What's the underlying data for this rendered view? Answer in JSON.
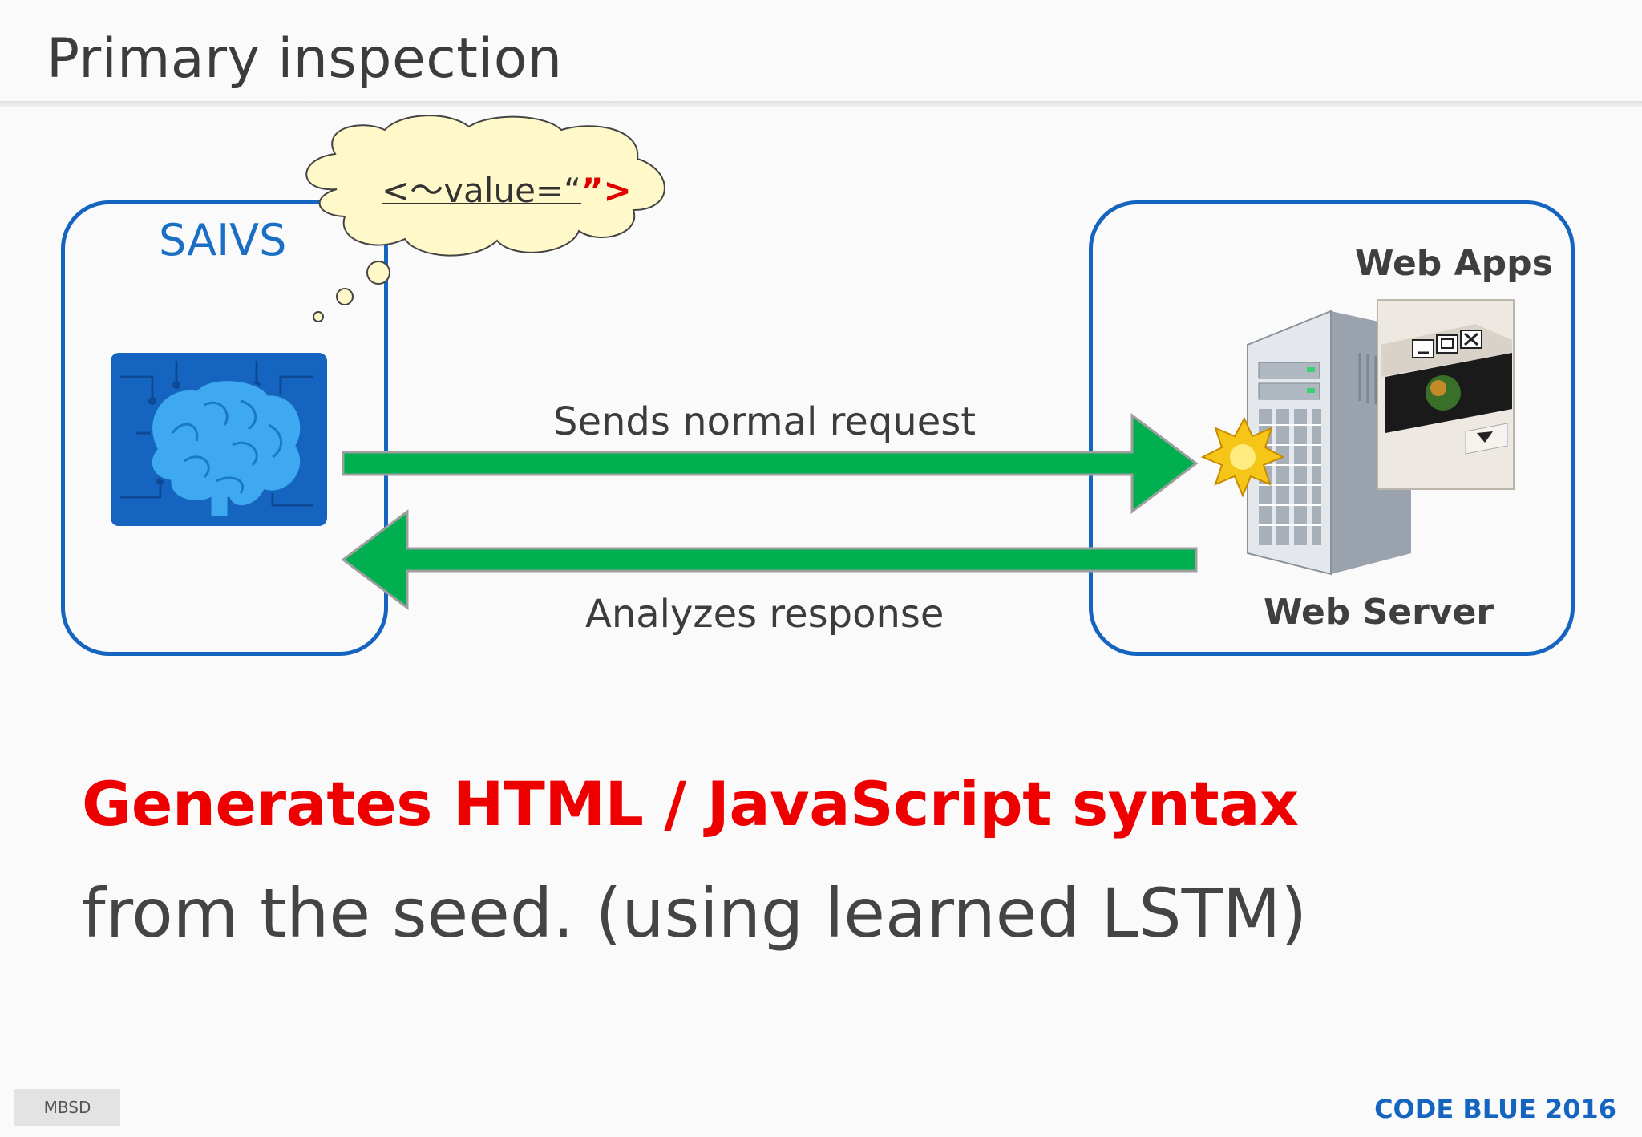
{
  "title": "Primary inspection",
  "diagram": {
    "left_box_label": "SAIVS",
    "right_box_top_label": "Web Apps",
    "right_box_bottom_label": "Web Server",
    "thought_prefix": "<〜value=“",
    "thought_suffix": "”>",
    "forward_arrow_label": "Sends normal request",
    "backward_arrow_label": "Analyzes response",
    "colors": {
      "box_border": "#1565c0",
      "arrow_fill": "#00b050",
      "thought_cloud": "#fff8c8",
      "highlight_red": "#e00000"
    },
    "icons": [
      "brain-icon",
      "server-icon",
      "app-window-icon",
      "starburst-icon"
    ]
  },
  "headline": "Generates HTML / JavaScript syntax",
  "subline": "from the seed. (using learned LSTM)",
  "footer": {
    "badge": "MBSD",
    "brand": "CODE BLUE 2016"
  }
}
